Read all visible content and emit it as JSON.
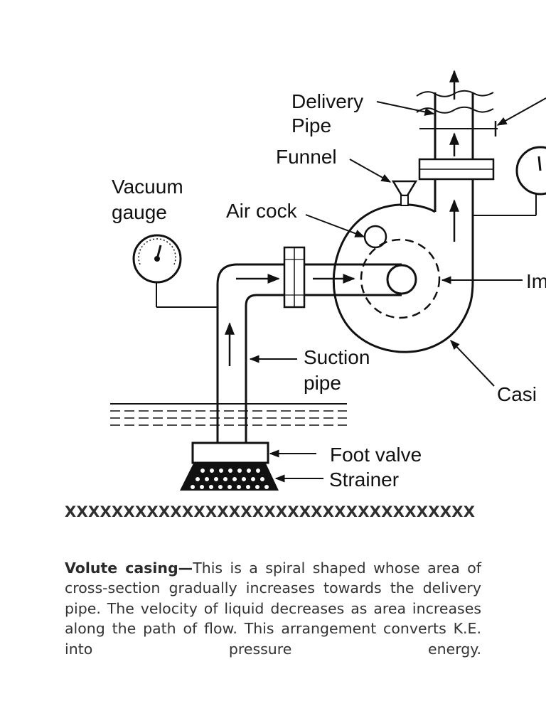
{
  "diagram": {
    "labels": {
      "delivery_pipe_line1": "Delivery",
      "delivery_pipe_line2": "Pipe",
      "funnel": "Funnel",
      "vacuum_gauge_line1": "Vacuum",
      "vacuum_gauge_line2": "gauge",
      "air_cock": "Air cock",
      "impeller_partial": "Im",
      "suction_pipe_line1": "Suction",
      "suction_pipe_line2": "pipe",
      "casing_partial": "Casi",
      "foot_valve": "Foot valve",
      "strainer": "Strainer"
    }
  },
  "caption": "XXXXXXXXXXXXXXXXXXXXXXXXXXXXXXXXXXX",
  "paragraph": {
    "term": "Volute casing—",
    "body": "This is a spiral shaped whose area of cross-section gradually increases towards the delivery pipe. The velocity of liquid decreases as area increases along the path of flow. This arrangement converts K.E. into pressure energy."
  }
}
